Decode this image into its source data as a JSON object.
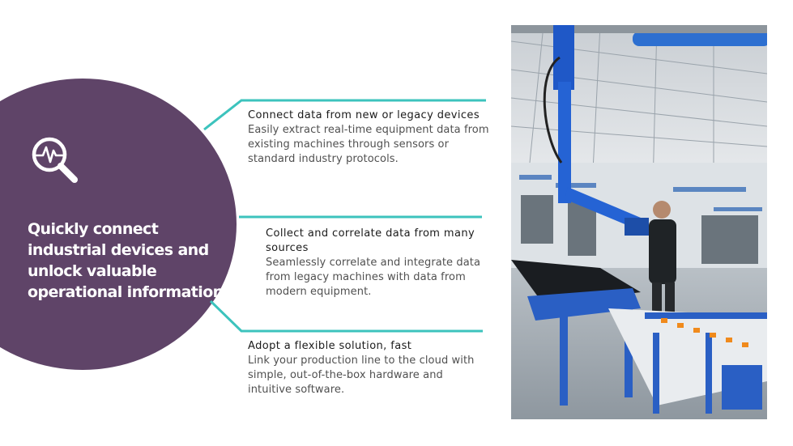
{
  "headline": "Quickly connect industrial devices and unlock valuable operational information",
  "features": [
    {
      "title": "Connect data from new or legacy devices",
      "body": "Easily extract real-time equipment data from existing machines through sensors or standard industry protocols."
    },
    {
      "title": "Collect and correlate data from many sources",
      "body": "Seamlessly correlate and integrate data from legacy machines with data from modern equipment."
    },
    {
      "title": "Adopt a flexible solution, fast",
      "body": "Link your production line to the cloud with simple, out-of-the-box hardware and intuitive software."
    }
  ],
  "icons": {
    "hero": "search-pulse-icon"
  },
  "colors": {
    "circle": "#5f4468",
    "accent": "#3cc3bd",
    "headline_text": "#ffffff",
    "feature_title": "#1b1b1b",
    "feature_body": "#505050"
  }
}
